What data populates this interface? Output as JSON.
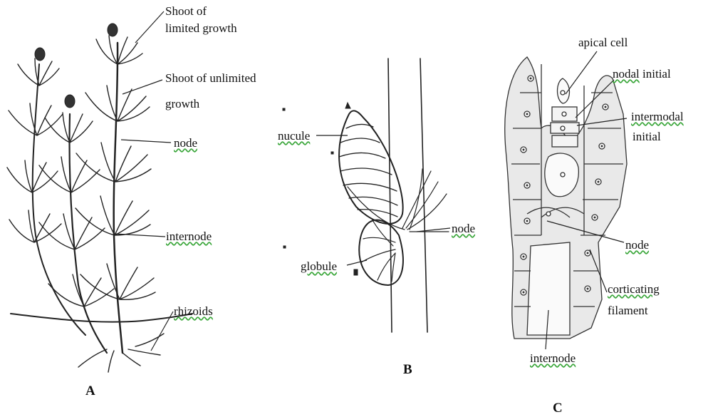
{
  "panel_a": {
    "caption": "A",
    "labels": {
      "shoot_limited_line1": "Shoot of",
      "shoot_limited_line2": "limited  growth",
      "shoot_unlimited_line1": "Shoot of unlimited",
      "shoot_unlimited_line2": "growth",
      "node": "node",
      "internode": "internode",
      "rhizoids": "rhizoids"
    }
  },
  "panel_b": {
    "caption": "B",
    "labels": {
      "nucule": "nucule",
      "globule": "globule",
      "node": "node"
    }
  },
  "panel_c": {
    "caption": "C",
    "labels": {
      "apical_cell": "apical cell",
      "nodal_initial_1": "nodal",
      "nodal_initial_2": "initial",
      "intermodal_1": "intermodal",
      "intermodal_2": "initial",
      "node": "node",
      "corticating_1": "corticating",
      "corticating_2": "filament",
      "internode": "internode"
    }
  }
}
